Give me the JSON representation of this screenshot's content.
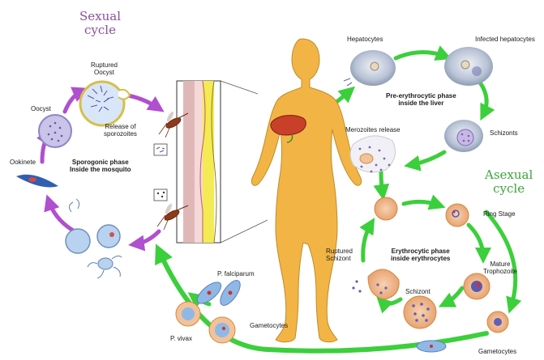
{
  "sexual_cycle": {
    "title_line1": "Sexual",
    "title_line2": "cycle",
    "color": "#8a4f9e",
    "phase_line1": "Sporogonic phase",
    "phase_line2": "Inside the mosquito",
    "ruptured_oocyst_line1": "Ruptured",
    "ruptured_oocyst_line2": "Oocyst",
    "oocyst": "Oocyst",
    "release_line1": "Release of",
    "release_line2": "sporozoites",
    "ookinete": "Ookinete"
  },
  "liver_stage": {
    "hepatocytes": "Hepatocytes",
    "infected_hepatocytes": "Infected hepatocytes",
    "phase_line1": "Pre-erythrocytic phase",
    "phase_line2": "inside the liver",
    "schizonts": "Schizonts",
    "merozoites_release": "Merozoites release"
  },
  "asexual_cycle": {
    "title_line1": "Asexual",
    "title_line2": "cycle",
    "color": "#3aa63a",
    "phase_line1": "Erythrocytic phase",
    "phase_line2": "inside erythrocytes",
    "ring_stage": "Ring Stage",
    "mature_line1": "Mature",
    "mature_line2": "Trophozoite",
    "schizont": "Schizont",
    "ruptured_line1": "Ruptured",
    "ruptured_line2": "Schizont",
    "gametocytes_right": "Gametocytes"
  },
  "gametocytes": {
    "p_falciparum": "P. falciparum",
    "p_vivax": "P. vivax",
    "label": "Gametocytes"
  },
  "colors": {
    "body": "#f2b545",
    "green_arrow": "#3ccf3c",
    "purple_arrow": "#b04fcf",
    "rbc": "#f2c29a",
    "cell_blue": "#8fb8e6"
  }
}
